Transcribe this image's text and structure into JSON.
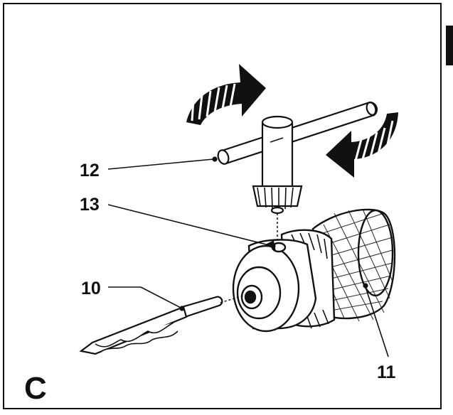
{
  "figure": {
    "panel_letter": "C",
    "callouts": {
      "c12": "12",
      "c13": "13",
      "c10": "10",
      "c11": "11"
    }
  },
  "colors": {
    "ink": "#111111",
    "paper": "#ffffff"
  },
  "icons": [
    "rotation-arrow-cw-icon",
    "rotation-arrow-ccw-icon",
    "chuck-key",
    "drill-chuck",
    "drill-bit"
  ]
}
